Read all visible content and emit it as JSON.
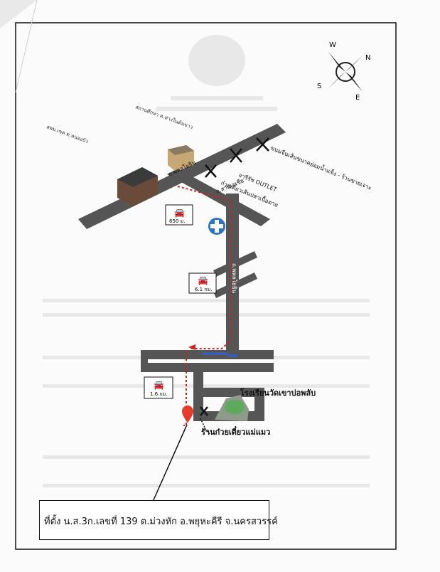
{
  "roads": {
    "main_street": "ถ.พหลโยธิน",
    "road_east": "ถ.พหลโยธิน",
    "side_road": "ถ.สายเอเชีย"
  },
  "landmarks": {
    "school_top": "สถานศึกษา ต.ห่างในต้นขาว",
    "school_left": "สพม.เขต ต.หนองบัว",
    "outlet": "จารีรัช OUTLET",
    "noodle_shop_top": "ก๋วยเตี๋ยวเส้นปลาเนื้อตาย",
    "dessert_shop": "ขนมจีนเส้นขนาดย่อมน้ำแข็ง - ร้านขายเจาะ",
    "school_destination": "โรงเรียนวัดเขาบ่อพลับ",
    "noodle_shop_bottom": "ร้านก๋วยเตี๋ยวแม่แมว"
  },
  "distances": {
    "d1": "650 ม.",
    "d2": "6.1 กม.",
    "d3": "1.6 กม."
  },
  "compass": {
    "n": "N",
    "s": "S",
    "e": "E",
    "w": "W"
  },
  "caption": "ที่ตั้ง น.ส.3ก.เลขที่ 139 ต.ม่วงหัก อ.พยุหะคีรี จ.นครสวรรค์",
  "colors": {
    "road": "#555555",
    "route": "#cc2222",
    "pin": "#e53b2b",
    "hospital": "#2e74c6",
    "river": "#2e5fd6"
  }
}
